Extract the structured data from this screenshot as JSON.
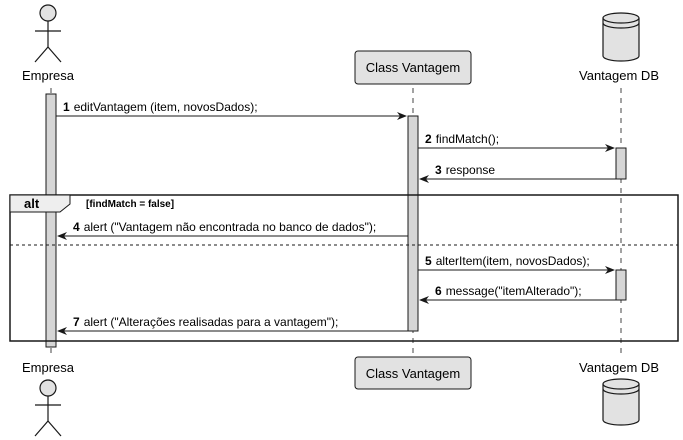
{
  "participants": {
    "actor": "Empresa",
    "class": "Class Vantagem",
    "db": "Vantagem DB"
  },
  "messages": [
    {
      "num": "1",
      "text": "editVantagem (item, novosDados);"
    },
    {
      "num": "2",
      "text": "findMatch();"
    },
    {
      "num": "3",
      "text": "response"
    },
    {
      "num": "4",
      "text": "alert (\"Vantagem não encontrada no banco de dados\");"
    },
    {
      "num": "5",
      "text": "alterItem(item, novosDados);"
    },
    {
      "num": "6",
      "text": "message(\"itemAlterado\");"
    },
    {
      "num": "7",
      "text": "alert (\"Alterações realisadas para a vantagem\");"
    }
  ],
  "fragment": {
    "operator": "alt",
    "guard": "[findMatch = false]"
  },
  "colors": {
    "participant_fill": "#e2e2e2",
    "activation_fill": "#d6d6d6",
    "line": "#181818"
  }
}
